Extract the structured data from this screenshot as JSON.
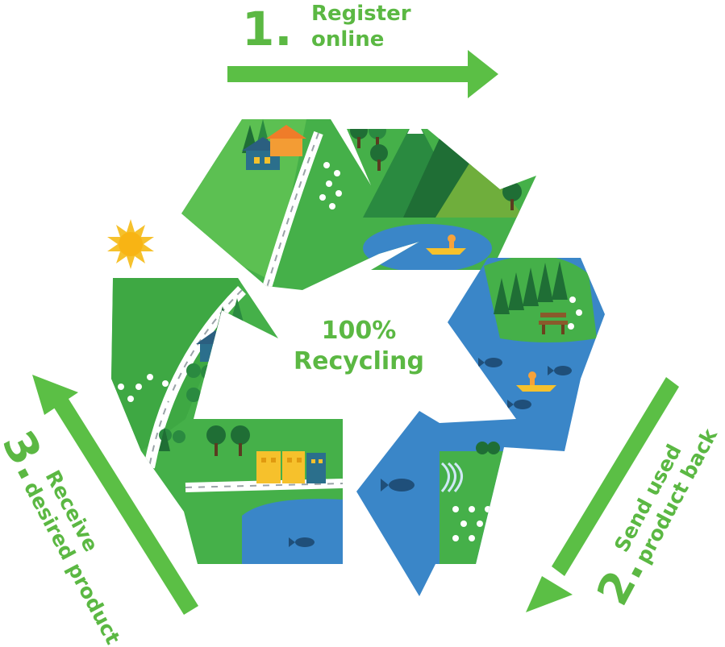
{
  "center": {
    "line1": "100%",
    "line2": "Recycling"
  },
  "steps": [
    {
      "number": "1.",
      "line1": "Register",
      "line2": "online"
    },
    {
      "number": "2.",
      "line1": "Send used",
      "line2": "product back"
    },
    {
      "number": "3.",
      "line1": "Receive",
      "line2": "desired product"
    }
  ],
  "colors": {
    "label_green": "#5bb843",
    "arrow_green": "#5bbf45",
    "land_green": "#45b049",
    "dark_green": "#1f6e35",
    "water_blue": "#3a86c8",
    "sun_yellow": "#f6c12c"
  },
  "icons": [
    "sun-icon",
    "house-icon",
    "tree-icon",
    "mountain-icon",
    "boat-icon",
    "fish-icon",
    "bench-icon",
    "building-icon",
    "waterfall-icon"
  ]
}
